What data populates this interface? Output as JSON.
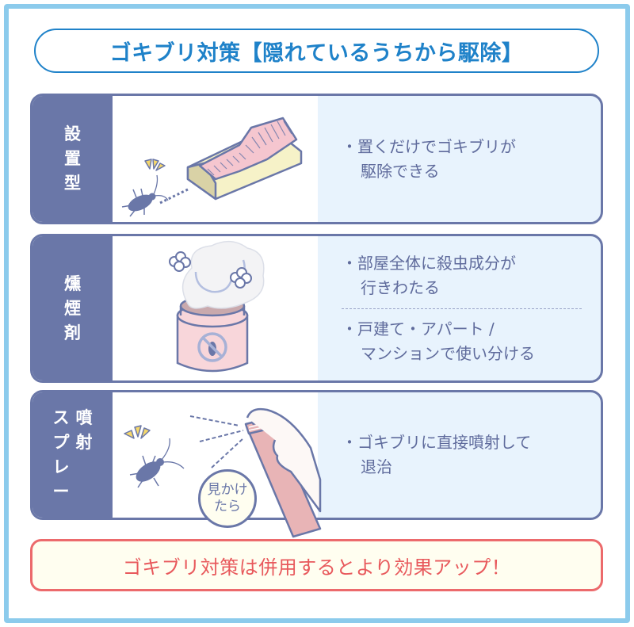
{
  "title": "ゴキブリ対策【隠れているうちから駆除】",
  "colors": {
    "frame": "#8ccbec",
    "title": "#1f82c9",
    "card_border": "#6a77a8",
    "card_desc_bg": "#e8f3fd",
    "desc_text": "#5f6b9c",
    "banner_border": "#ec6a6c",
    "banner_text": "#e8595c",
    "banner_bg": "#fffef0"
  },
  "cards": [
    {
      "label_columns": [
        [
          "設",
          "置",
          "型"
        ]
      ],
      "illustration": "bait-trap-with-cockroach",
      "items": [
        {
          "line1": "・置くだけでゴキブリが",
          "line2": "駆除できる"
        }
      ]
    },
    {
      "label_columns": [
        [
          "燻",
          "煙",
          "剤"
        ]
      ],
      "illustration": "fumigator-can-with-smoke",
      "items": [
        {
          "line1": "・部屋全体に殺虫成分が",
          "line2": "行きわたる"
        },
        {
          "line1": "・戸建て・アパート /",
          "line2": "マンションで使い分ける"
        }
      ]
    },
    {
      "label_columns": [
        [
          "噴",
          "射"
        ],
        [
          "ス",
          "プ",
          "レ",
          "ー"
        ]
      ],
      "illustration": "spray-can-with-cockroach",
      "badge": {
        "line1": "見かけ",
        "line2": "たら"
      },
      "items": [
        {
          "line1": "・ゴキブリに直接噴射して",
          "line2": "退治"
        }
      ]
    }
  ],
  "banner": "ゴキブリ対策は併用するとより効果アップ！"
}
